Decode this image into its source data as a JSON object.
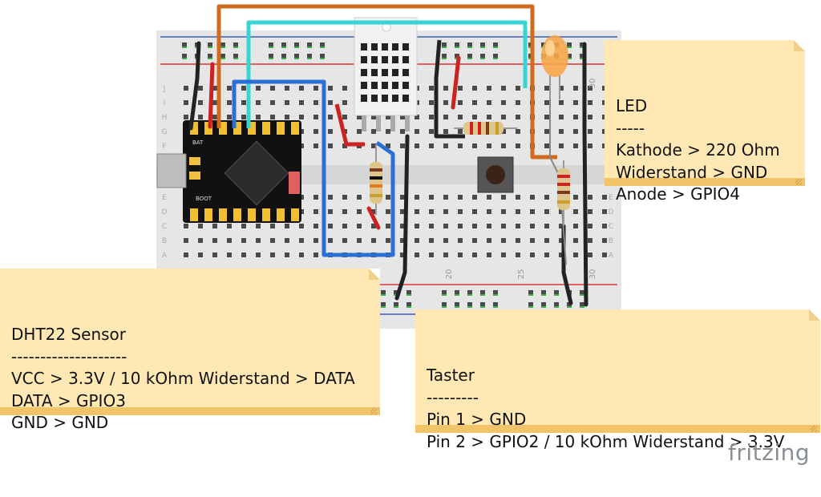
{
  "notes": {
    "led": {
      "lines": [
        "LED",
        "-----",
        "Kathode > 220 Ohm",
        "Widerstand > GND",
        "Anode > GPIO4"
      ]
    },
    "dht": {
      "lines": [
        "DHT22 Sensor",
        "--------------------",
        "VCC > 3.3V / 10 kOhm Widerstand > DATA",
        "DATA > GPIO3",
        "GND > GND"
      ]
    },
    "taster": {
      "lines": [
        "Taster",
        "---------",
        "Pin 1 > GND",
        "Pin 2 > GPIO2 / 10 kOhm Widerstand > 3.3V"
      ]
    }
  },
  "breadboard": {
    "column_numbers": [
      "20",
      "25",
      "30"
    ],
    "row_letters": [
      "J",
      "I",
      "H",
      "G",
      "F",
      "E",
      "D",
      "C",
      "B",
      "A"
    ]
  },
  "board_labels": {
    "bat": "BAT",
    "boot": "BOOT"
  },
  "wire_colors": {
    "orange": "#d2691e",
    "cyan": "#38d4d4",
    "blue": "#2a6fd6",
    "red": "#cc2222",
    "black": "#222222"
  },
  "brand": "fritzing"
}
